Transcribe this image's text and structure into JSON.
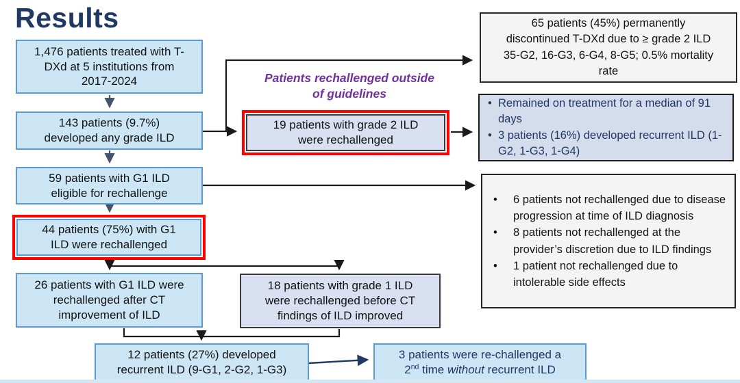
{
  "slide": {
    "title": "Results",
    "colors": {
      "title_navy": "#1F3864",
      "highlight_red": "#FF0000",
      "purple_label": "#7030A0",
      "box_blue_fill": "#CDE6F6",
      "box_blue_border": "#5B9BD5",
      "box_lavender_fill": "#D9E0F2",
      "box_gray_fill": "#F4F4F4",
      "navy_text": "#1F3864"
    }
  },
  "labels": {
    "outside_guidelines": [
      "Patients rechallenged outside",
      "of guidelines"
    ]
  },
  "boxes": {
    "cohort": {
      "lines": [
        "1,476 patients treated with T-",
        "DXd at 5 institutions from",
        "2017-2024"
      ],
      "text": "1,476 patients treated with T-DXd at 5 institutions from 2017-2024"
    },
    "any_grade_ild": {
      "lines": [
        "143 patients (9.7%)",
        "developed any grade ILD"
      ],
      "text": "143 patients (9.7%) developed any grade ILD"
    },
    "g1_eligible": {
      "lines": [
        "59 patients with G1 ILD",
        "eligible for rechallenge"
      ],
      "text": "59 patients with G1 ILD eligible for rechallenge"
    },
    "g1_rechallenged": {
      "lines": [
        "44 patients (75%) with G1",
        "ILD were rechallenged"
      ],
      "text": "44 patients (75%) with G1 ILD were rechallenged"
    },
    "rechallenged_after_ct": {
      "lines": [
        "26 patients with G1 ILD were",
        "rechallenged after CT",
        "improvement of ILD"
      ],
      "text": "26 patients with G1 ILD were rechallenged after CT improvement of ILD"
    },
    "recurrent_ild": {
      "lines": [
        "12 patients (27%) developed",
        "recurrent ILD (9-G1, 2-G2, 1-G3)"
      ],
      "text": "12 patients (27%) developed recurrent ILD (9-G1, 2-G2, 1-G3)"
    },
    "grade2_rechallenged": {
      "lines": [
        "19 patients with grade 2 ILD",
        "were rechallenged"
      ],
      "text": "19 patients with grade 2 ILD were rechallenged"
    },
    "rechallenged_before_ct": {
      "lines": [
        "18 patients with grade 1 ILD",
        "were rechallenged before CT",
        "findings of ILD improved"
      ],
      "text": "18 patients with grade 1 ILD were rechallenged before CT findings of ILD improved"
    },
    "second_rechallenge": {
      "line1": "3 patients were re-challenged a",
      "num": "2",
      "sup": "nd",
      "mid": " time ",
      "em": "without",
      "rest": " recurrent ILD",
      "text": "3 patients were re-challenged a 2nd time without recurrent ILD"
    },
    "discontinued": {
      "lines": [
        "65 patients (45%) permanently",
        "discontinued T-DXd due to ≥ grade 2 ILD",
        "35-G2, 16-G3, 6-G4, 8-G5; 0.5% mortality",
        "rate"
      ],
      "text": "65 patients (45%) permanently discontinued T-DXd due to ≥ grade 2 ILD 35-G2, 16-G3, 6-G4, 8-G5; 0.5% mortality rate"
    },
    "grade2_outcomes": {
      "bullets": [
        "Remained on treatment for a median of 91 days",
        "3 patients (16%) developed recurrent ILD (1-G2, 1-G3, 1-G4)"
      ]
    },
    "not_rechallenged_reasons": {
      "bullets": [
        "6 patients not rechallenged due to disease progression at time of ILD diagnosis",
        "8 patients not rechallenged at the provider’s discretion due to ILD findings",
        "1 patient not rechallenged due to intolerable side effects"
      ]
    }
  }
}
